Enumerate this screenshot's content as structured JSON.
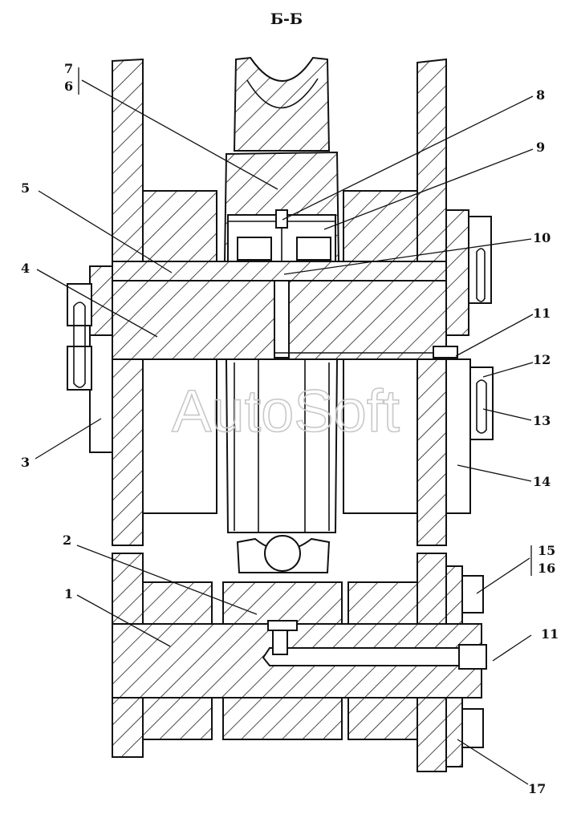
{
  "title": "Б-Б",
  "watermark": "AutoSoft",
  "callouts": {
    "c7": "7",
    "c6": "6",
    "c8": "8",
    "c9": "9",
    "c5": "5",
    "c10": "10",
    "c4": "4",
    "c11a": "11",
    "c12": "12",
    "c13": "13",
    "c3": "3",
    "c14": "14",
    "c2": "2",
    "c15": "15",
    "c16": "16",
    "c1": "1",
    "c11b": "11",
    "c17": "17"
  },
  "colors": {
    "ink": "#111111",
    "paper": "#ffffff",
    "watermark": "#c8c8c8"
  }
}
